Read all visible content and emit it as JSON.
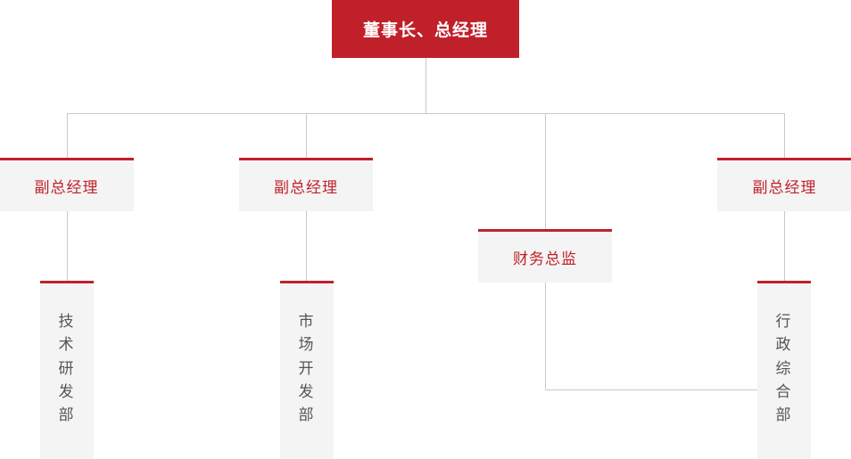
{
  "chart": {
    "type": "org-chart",
    "title": "",
    "accent_color": "#c0202a",
    "box_fill": "#f4f4f4",
    "line_color": "#c9c9c9",
    "dept_text_color": "#555555",
    "root_text_color": "#ffffff",
    "nodes": {
      "root": {
        "label": "董事长、总经理",
        "level": 1
      },
      "vp1": {
        "label": "副总经理",
        "level": 2
      },
      "vp2": {
        "label": "副总经理",
        "level": 2
      },
      "cfo": {
        "label": "财务总监",
        "level": 2
      },
      "vp3": {
        "label": "副总经理",
        "level": 2
      },
      "dept1": {
        "label": "技术研发部",
        "chars": [
          "技",
          "术",
          "研",
          "发",
          "部"
        ],
        "level": 3
      },
      "dept2": {
        "label": "市场开发部",
        "chars": [
          "市",
          "场",
          "开",
          "发",
          "部"
        ],
        "level": 3
      },
      "dept3": {
        "label": "行政综合部",
        "chars": [
          "行",
          "政",
          "综",
          "合",
          "部"
        ],
        "level": 3
      }
    },
    "edges": [
      {
        "from": "root",
        "to": "vp1"
      },
      {
        "from": "root",
        "to": "vp2"
      },
      {
        "from": "root",
        "to": "cfo"
      },
      {
        "from": "root",
        "to": "vp3"
      },
      {
        "from": "vp1",
        "to": "dept1"
      },
      {
        "from": "vp2",
        "to": "dept2"
      },
      {
        "from": "cfo",
        "to": "dept3"
      }
    ]
  }
}
